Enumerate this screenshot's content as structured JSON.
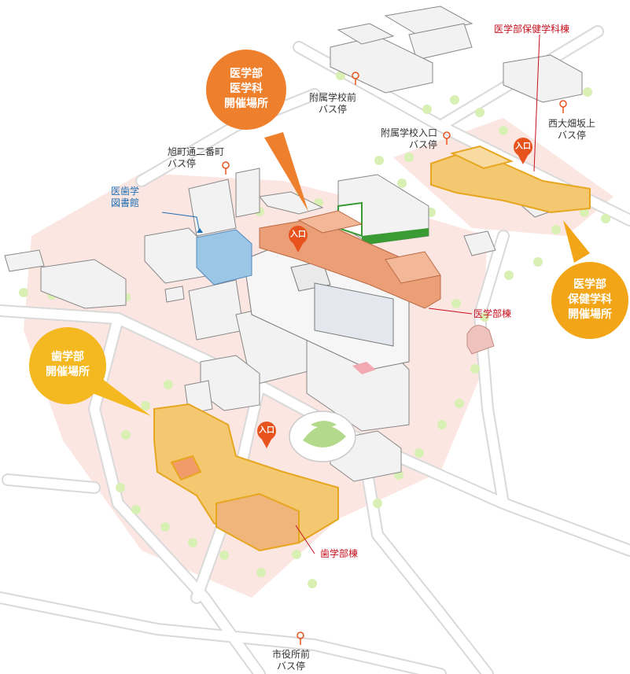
{
  "venues": {
    "medicine": [
      "医学部",
      "医学科",
      "開催場所"
    ],
    "health_science": [
      "医学部",
      "保健学科",
      "開催場所"
    ],
    "dentistry": [
      "歯学部",
      "開催場所"
    ]
  },
  "entrance_label": "入口",
  "buildings": {
    "medicine": "医学部棟",
    "dentistry": "歯学部棟",
    "health_science": "医学部保健学科棟",
    "library": [
      "医歯学",
      "図書館"
    ]
  },
  "bus_stops": {
    "fuzoku_mae": [
      "附属学校前",
      "バス停"
    ],
    "fuzoku_iriguchi": [
      "附属学校入口",
      "バス停"
    ],
    "asahimachi": [
      "旭町通二番町",
      "バス停"
    ],
    "nishi_ohata": [
      "西大畑坂上",
      "バス停"
    ],
    "shiyakusho": [
      "市役所前",
      "バス停"
    ]
  },
  "colors": {
    "venue_orange": "#ee7f2d",
    "venue_amber": "#f2a516",
    "venue_yellow": "#f4b821",
    "label_red": "#c8101e",
    "label_blue": "#1f6fb5",
    "highlight_building": "#f4c870",
    "medicine_building": "#ec9f77",
    "library_building": "#9cc6e6",
    "campus_ground": "#fbe6e2",
    "tree": "#d8f0b4"
  }
}
